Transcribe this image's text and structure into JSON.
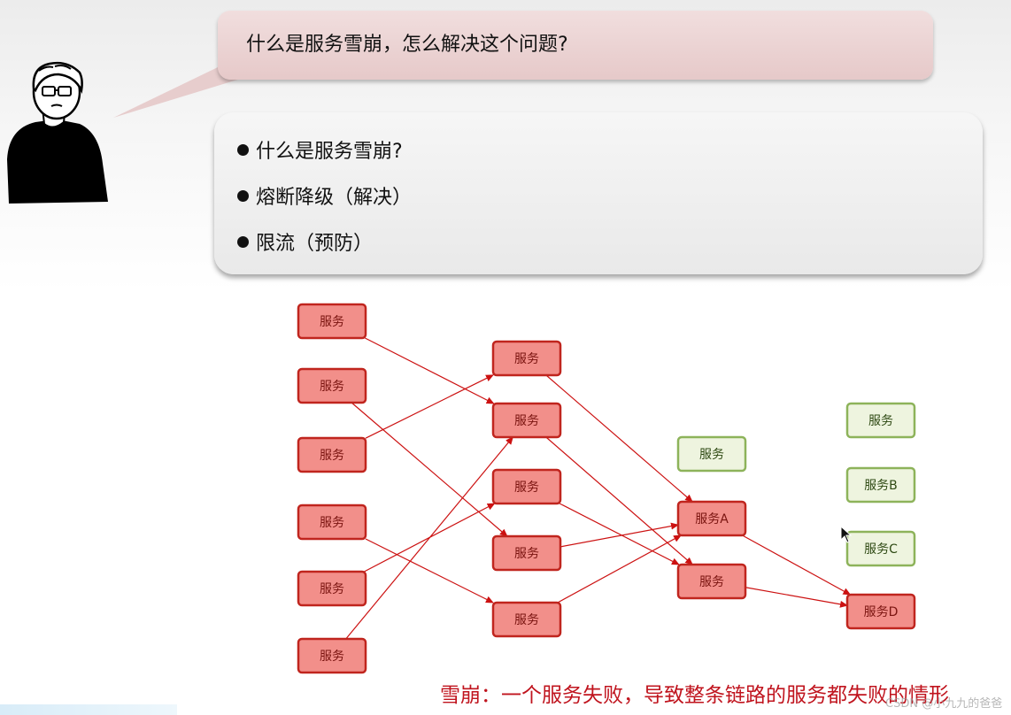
{
  "bubble": {
    "question": "什么是服务雪崩，怎么解决这个问题?"
  },
  "topics": [
    {
      "label": "什么是服务雪崩?"
    },
    {
      "label": "熔断降级（解决）"
    },
    {
      "label": "限流（预防）"
    }
  ],
  "diagram": {
    "failed_color": "#f28f8a",
    "failed_border": "#c0251e",
    "healthy_color": "#eef4df",
    "healthy_border": "#8db35a",
    "edge_color": "#cc1111",
    "nodes": [
      {
        "id": "c1",
        "label": "服务",
        "status": "failed"
      },
      {
        "id": "c2",
        "label": "服务",
        "status": "failed"
      },
      {
        "id": "c3",
        "label": "服务",
        "status": "failed"
      },
      {
        "id": "c4",
        "label": "服务",
        "status": "failed"
      },
      {
        "id": "c5",
        "label": "服务",
        "status": "failed"
      },
      {
        "id": "c6",
        "label": "服务",
        "status": "failed"
      },
      {
        "id": "m1",
        "label": "服务",
        "status": "failed"
      },
      {
        "id": "m2",
        "label": "服务",
        "status": "failed"
      },
      {
        "id": "m3",
        "label": "服务",
        "status": "failed"
      },
      {
        "id": "m4",
        "label": "服务",
        "status": "failed"
      },
      {
        "id": "m5",
        "label": "服务",
        "status": "failed"
      },
      {
        "id": "h1",
        "label": "服务",
        "status": "healthy"
      },
      {
        "id": "a",
        "label": "服务A",
        "status": "failed"
      },
      {
        "id": "s2",
        "label": "服务",
        "status": "failed"
      },
      {
        "id": "r1",
        "label": "服务",
        "status": "healthy"
      },
      {
        "id": "b",
        "label": "服务B",
        "status": "healthy"
      },
      {
        "id": "c",
        "label": "服务C",
        "status": "healthy"
      },
      {
        "id": "d",
        "label": "服务D",
        "status": "failed"
      }
    ],
    "edges": [
      [
        "c1",
        "m2"
      ],
      [
        "c2",
        "m4"
      ],
      [
        "c3",
        "m1"
      ],
      [
        "c4",
        "m5"
      ],
      [
        "c5",
        "m3"
      ],
      [
        "c6",
        "m2"
      ],
      [
        "m1",
        "a"
      ],
      [
        "m2",
        "s2"
      ],
      [
        "m3",
        "s2"
      ],
      [
        "m4",
        "a"
      ],
      [
        "m5",
        "a"
      ],
      [
        "a",
        "d"
      ],
      [
        "s2",
        "d"
      ]
    ]
  },
  "caption": "雪崩：一个服务失败，导致整条链路的服务都失败的情形",
  "watermark": "CSDN @小九九的爸爸"
}
